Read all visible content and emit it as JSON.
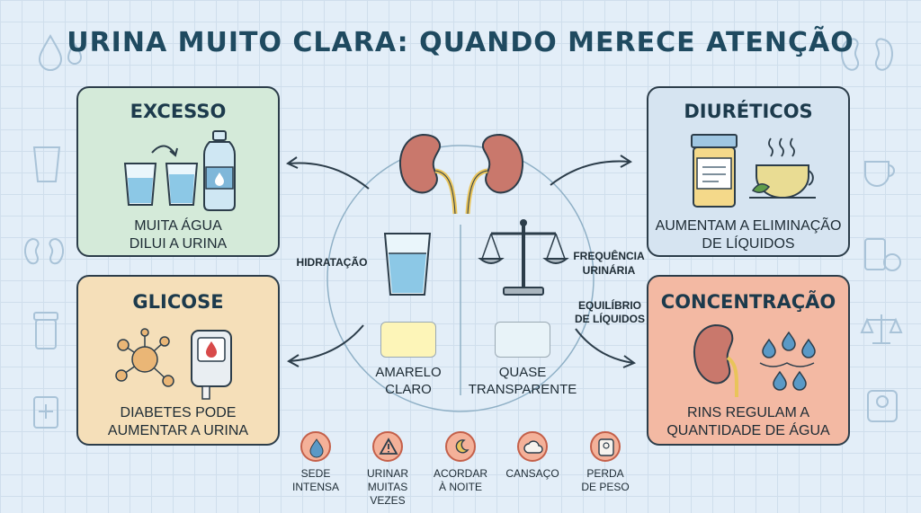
{
  "title": "URINA MUITO CLARA: QUANDO MERECE ATENÇÃO",
  "colors": {
    "excesso_bg": "#d4ead9",
    "diureticos_bg": "#d6e4f1",
    "glicose_bg": "#f5dfb9",
    "concentracao_bg": "#f3b9a3",
    "amarelo_claro": "#fdf5b8",
    "quase_transparente": "#e8f3f8",
    "accent_dark": "#1f4a60"
  },
  "cards": {
    "excesso": {
      "title": "EXCESSO",
      "desc_1": "MUITA ÁGUA",
      "desc_2": "DILUI A URINA"
    },
    "diureticos": {
      "title": "DIURÉTICOS",
      "desc_1": "AUMENTAM A ELIMINAÇÃO",
      "desc_2": "DE LÍQUIDOS"
    },
    "glicose": {
      "title": "GLICOSE",
      "desc_1": "DIABETES PODE",
      "desc_2": "AUMENTAR A URINA"
    },
    "concentracao": {
      "title": "CONCENTRAÇÃO",
      "desc_1": "RINS REGULAM A",
      "desc_2": "QUANTIDADE DE ÁGUA"
    }
  },
  "center": {
    "hidratacao": "HIDRATAÇÃO",
    "frequencia_1": "FREQUÊNCIA",
    "frequencia_2": "URINÁRIA",
    "equilibrio_1": "EQUILÍBRIO",
    "equilibrio_2": "DE LÍQUIDOS",
    "amarelo_1": "AMARELO",
    "amarelo_2": "CLARO",
    "quase_1": "QUASE",
    "quase_2": "TRANSPARENTE"
  },
  "symptoms": [
    {
      "line1": "SEDE",
      "line2": "INTENSA",
      "icon": "water-drop-icon"
    },
    {
      "line1": "URINAR",
      "line2": "MUITAS VEZES",
      "icon": "warning-icon"
    },
    {
      "line1": "ACORDAR",
      "line2": "À NOITE",
      "icon": "moon-icon"
    },
    {
      "line1": "CANSAÇO",
      "line2": "",
      "icon": "cloud-icon"
    },
    {
      "line1": "PERDA",
      "line2": "DE PESO",
      "icon": "scale-icon"
    }
  ]
}
